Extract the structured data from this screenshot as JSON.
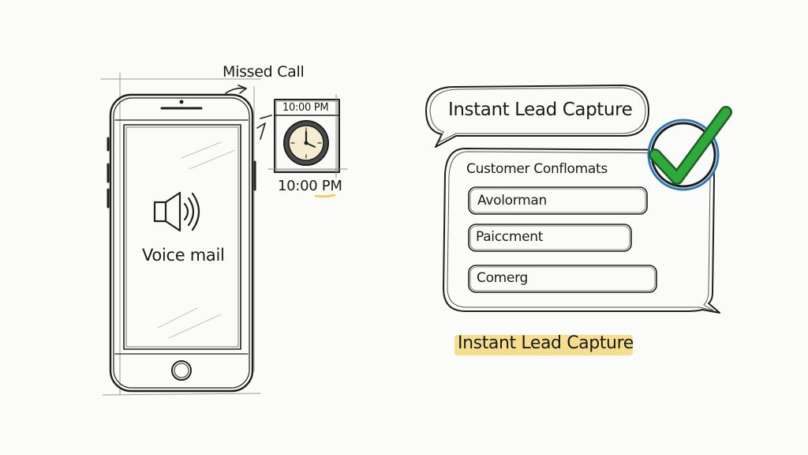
{
  "phone": {
    "voicemail_label": "Voice mail"
  },
  "missed_call": {
    "label": "Missed Call",
    "clock_top_time": "10:00 PM",
    "clock_bottom_time": "10:00 PM"
  },
  "lead_capture": {
    "bubble_title": "Instant Lead Capture",
    "form_title": "Customer Conflomats",
    "fields": [
      "Avolorman",
      "Paiccment",
      "Comerg"
    ],
    "caption": "Instant Lead Capture"
  },
  "icons": [
    "speaker-icon",
    "clock-icon",
    "checkmark-icon"
  ],
  "colors": {
    "ink": "#1a1a1a",
    "check_green": "#2eaa3a",
    "check_ring": "#2c78b8",
    "highlight_yellow": "#f3d46a"
  }
}
